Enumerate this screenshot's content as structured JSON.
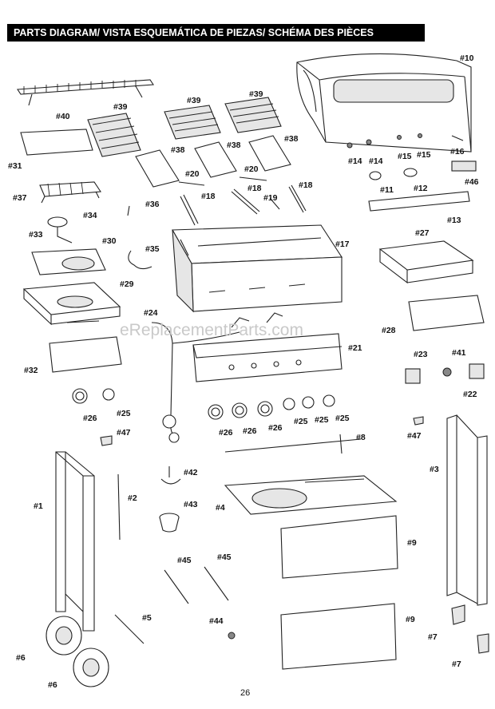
{
  "header": {
    "title": "PARTS DIAGRAM/ VISTA ESQUEMÁTICA DE PIEZAS/ SCHÉMA DES PIÈCES"
  },
  "watermark": "eReplacementParts.com",
  "page_number": "26",
  "labels": [
    "#10",
    "#40",
    "#39",
    "#39",
    "#39",
    "#31",
    "#38",
    "#38",
    "#38",
    "#20",
    "#20",
    "#14",
    "#14",
    "#15",
    "#15",
    "#16",
    "#46",
    "#11",
    "#12",
    "#18",
    "#18",
    "#18",
    "#19",
    "#36",
    "#37",
    "#34",
    "#33",
    "#13",
    "#30",
    "#35",
    "#17",
    "#27",
    "#29",
    "#24",
    "#28",
    "#21",
    "#23",
    "#41",
    "#32",
    "#22",
    "#26",
    "#25",
    "#26",
    "#26",
    "#26",
    "#25",
    "#25",
    "#25",
    "#8",
    "#47",
    "#47",
    "#42",
    "#3",
    "#2",
    "#1",
    "#43",
    "#4",
    "#9",
    "#45",
    "#45",
    "#5",
    "#44",
    "#9",
    "#7",
    "#7",
    "#6",
    "#6"
  ]
}
